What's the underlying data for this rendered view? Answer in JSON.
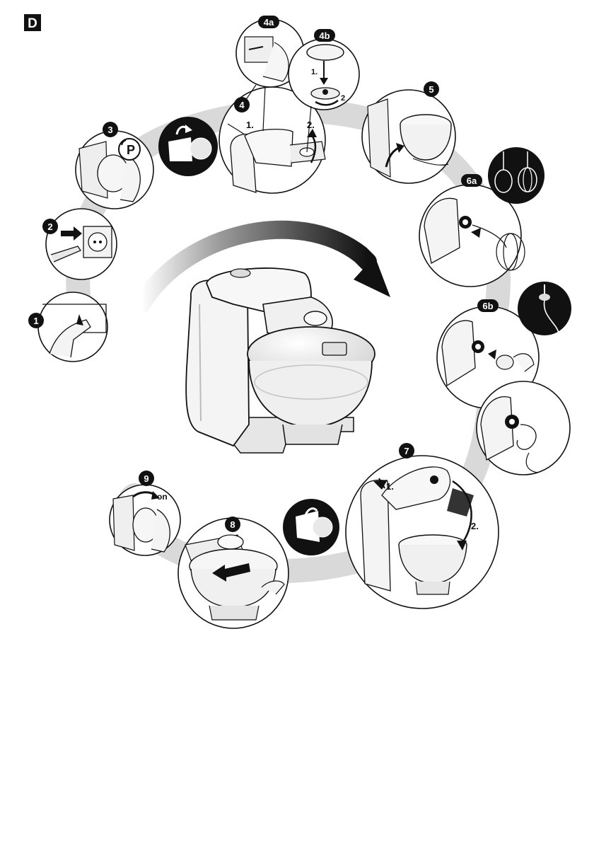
{
  "section_letter": "D",
  "steps": {
    "s1": "1",
    "s2": "2",
    "s3": "3",
    "s4": "4",
    "s4a": "4a",
    "s4b": "4b",
    "s5": "5",
    "s6a": "6a",
    "s6b": "6b",
    "s7": "7",
    "s8": "8",
    "s9": "9"
  },
  "labels": {
    "s3_symbol": "P",
    "s4_sub1": "1.",
    "s4_sub2": "2.",
    "s4b_sub1": "1.",
    "s4b_sub2": "2",
    "s7_sub1": "1.",
    "s7_sub2": "2.",
    "s9_on": "on"
  },
  "colors": {
    "ink": "#111111",
    "ring": "#d6d6d6",
    "body": "#f2f2f2",
    "shade": "#bdbdbd"
  }
}
